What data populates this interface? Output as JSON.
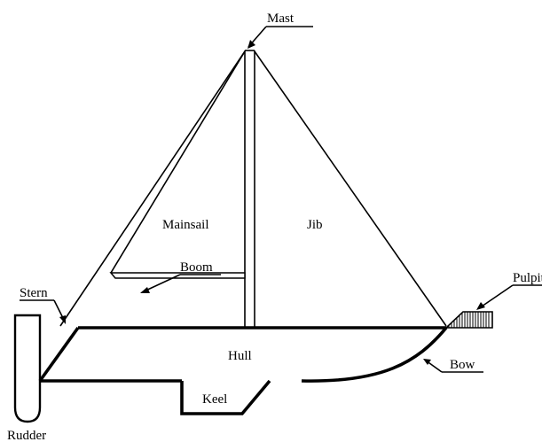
{
  "labels": {
    "mast": "Mast",
    "mainsail": "Mainsail",
    "jib": "Jib",
    "boom": "Boom",
    "pulpit": "Pulpit",
    "stern": "Stern",
    "hull": "Hull",
    "bow": "Bow",
    "keel": "Keel",
    "rudder": "Rudder"
  }
}
